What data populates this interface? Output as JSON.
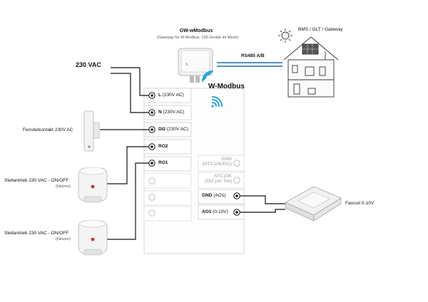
{
  "title": "W-Modbus",
  "gateway": {
    "name": "GW-wModbus",
    "desc": "(Gateway für W-Modbus, 100 Geräte im Mesh)"
  },
  "bms": {
    "label": "BMS / GLT / Gateway"
  },
  "bus": {
    "label": "RS485 A/B"
  },
  "power": {
    "label": "230 VAC"
  },
  "left_devices": {
    "window_contact": "Fensterkontakt 230V AC",
    "actuator1_line1": "Stellantrieb 230 VAC - ON/OFF",
    "actuator1_line2": "(Heizen)",
    "actuator2_line1": "Stellantrieb 230 VAC - ON/OFF",
    "actuator2_line2": "(Heizen)"
  },
  "fancoil": {
    "label": "Fancoil 0-10V"
  },
  "terminals_left": [
    {
      "bold": "L",
      "rest": " (230V AC)"
    },
    {
      "bold": "N",
      "rest": " (230V AC)"
    },
    {
      "bold": "DI2",
      "rest": " (230V AC)"
    },
    {
      "bold": "RO2",
      "rest": ""
    },
    {
      "bold": "RO1",
      "rest": ""
    }
  ],
  "terminals_right": {
    "gnd_dim1": "GND",
    "gnd_dim2": "(NTC10K/DI1)",
    "ntc_1": "NTC10K",
    "ntc_2": "(DI1 pot. frei)",
    "gnd_ao1_bold": "GND",
    "gnd_ao1_rest": " (AO1)",
    "ao1_bold": "AO1",
    "ao1_rest": " (0-10V)"
  },
  "colors": {
    "wire": "#111111",
    "bus": "#1e6fa8",
    "wifi": "#2aa3e0",
    "box_border": "#cfcfcf"
  }
}
